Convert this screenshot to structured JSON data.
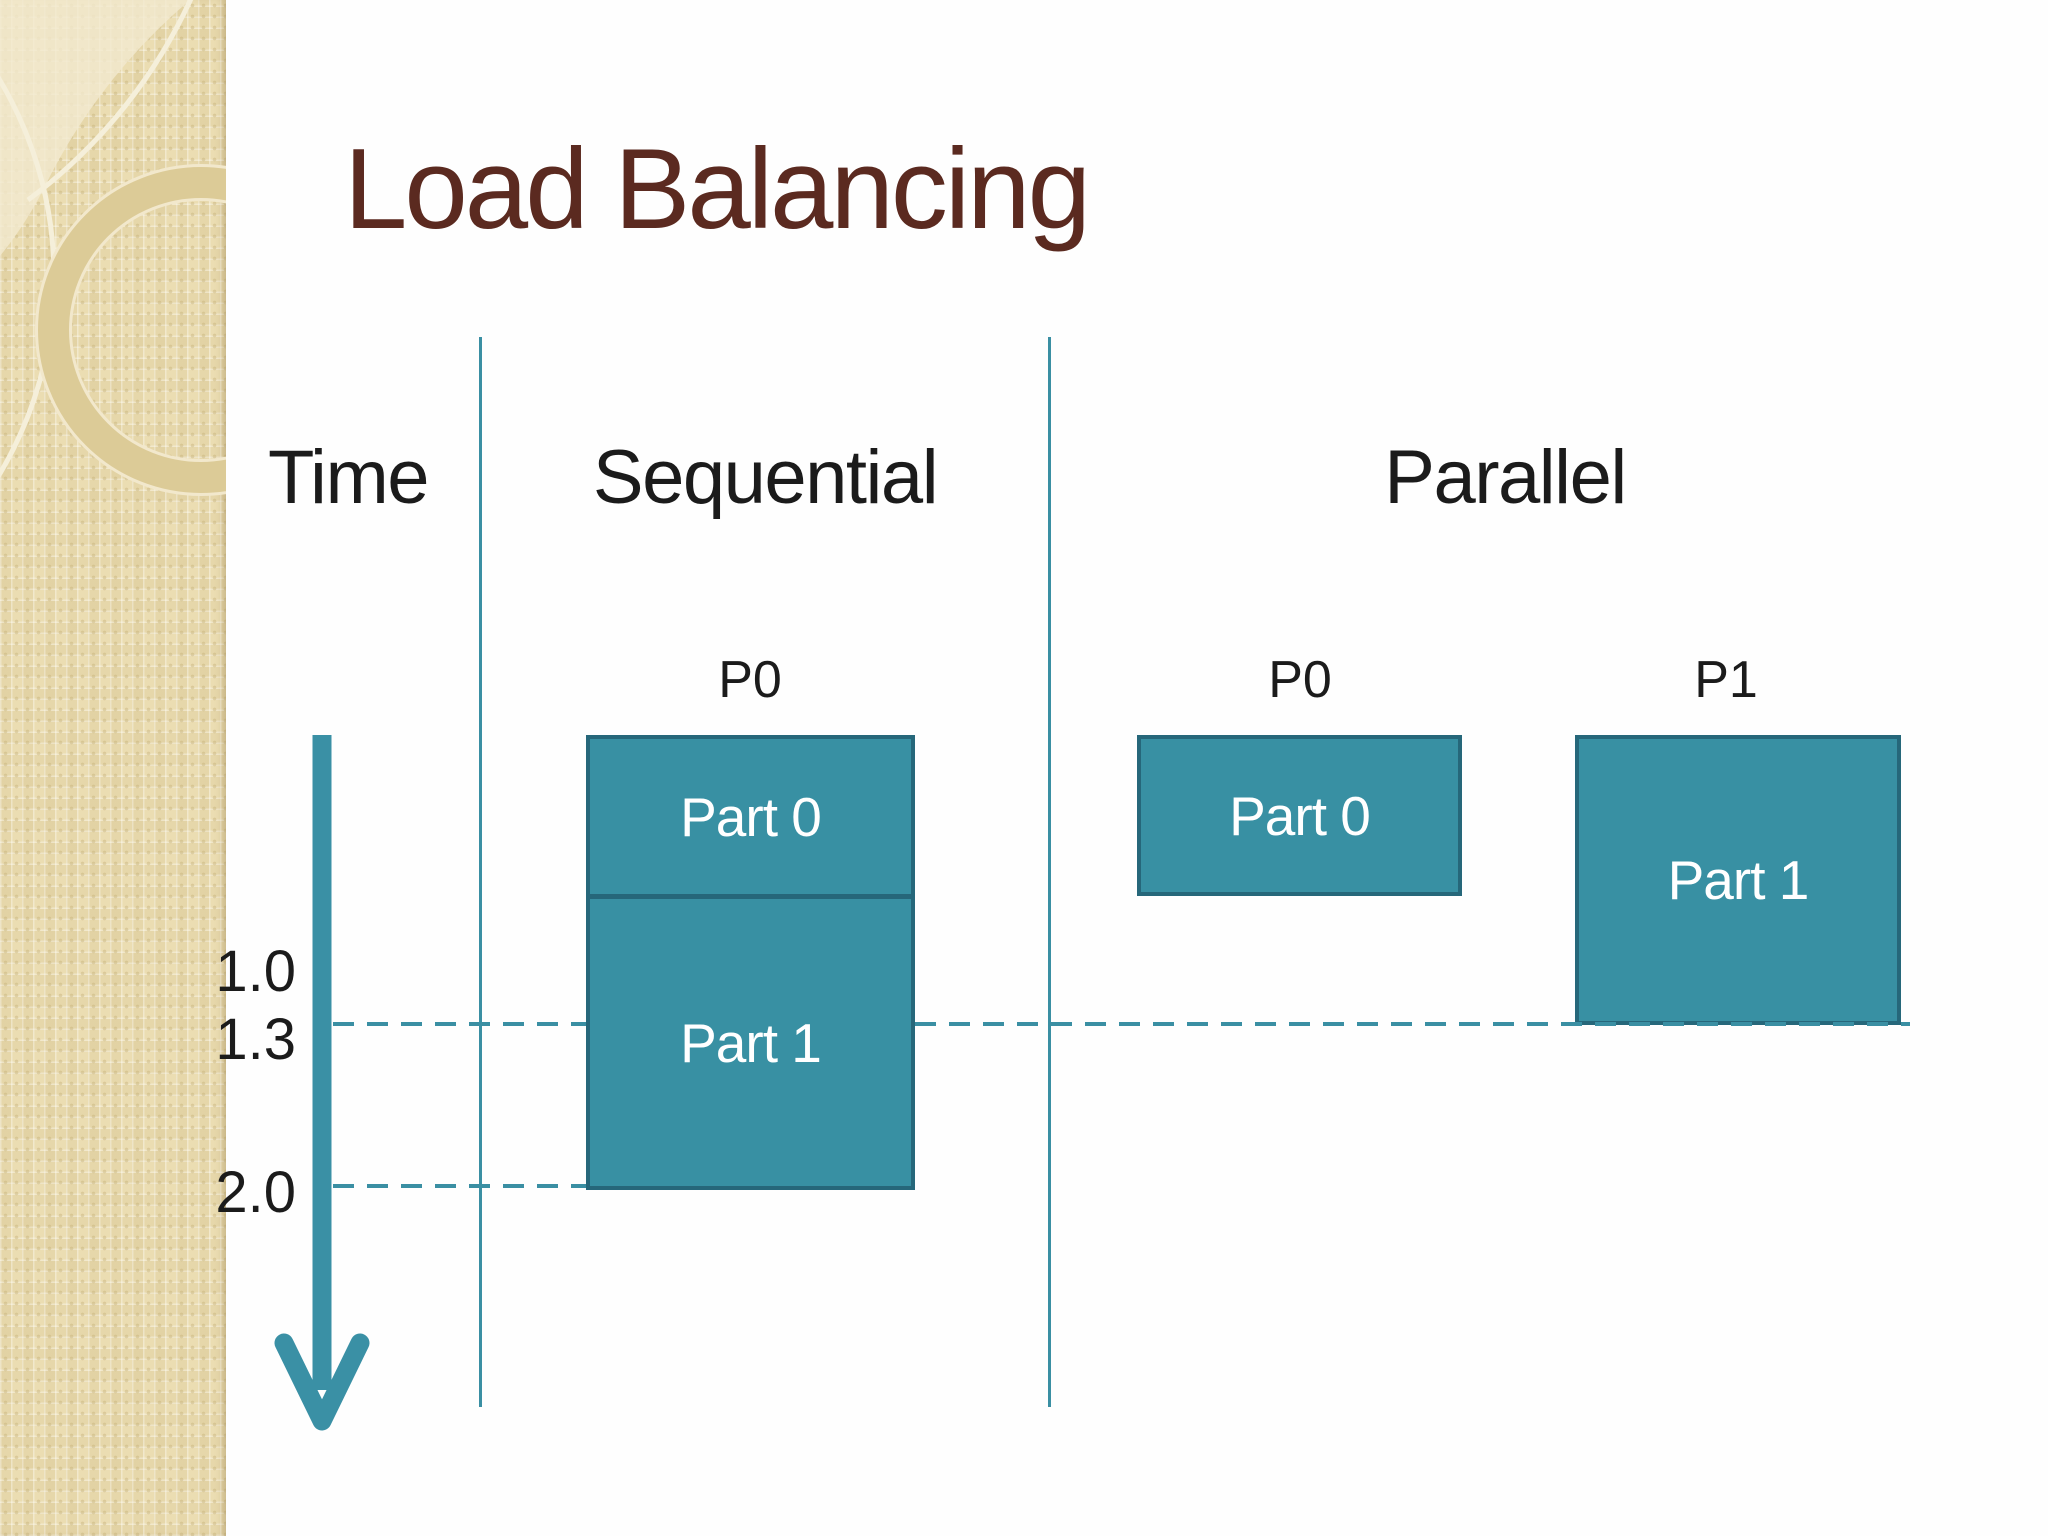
{
  "title": "Load Balancing",
  "columns": {
    "time": "Time",
    "sequential": "Sequential",
    "parallel": "Parallel"
  },
  "axis": {
    "ticks": [
      "1.0",
      "1.3",
      "2.0"
    ]
  },
  "sequential": {
    "processor": "P0",
    "parts": [
      "Part 0",
      "Part 1"
    ]
  },
  "parallel": {
    "processors": [
      {
        "name": "P0",
        "part": "Part 0"
      },
      {
        "name": "P1",
        "part": "Part 1"
      }
    ]
  },
  "colors": {
    "box_fill": "#3890A3",
    "box_border": "#26677A",
    "line_teal": "#3A8FA3",
    "title_text": "#5B2A20",
    "sidebar_base": "#EBDDB2",
    "text": "#1B1B1B"
  }
}
